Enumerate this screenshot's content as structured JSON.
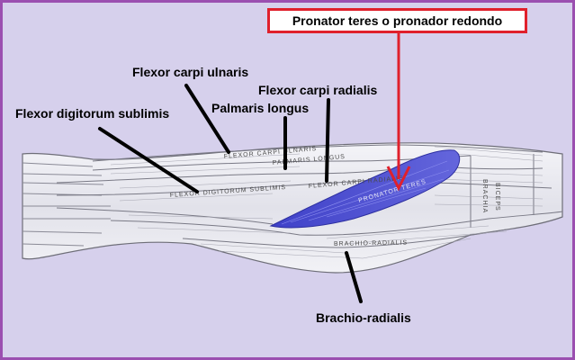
{
  "title_label": "Pronator teres o pronador redondo",
  "colors": {
    "frame_border": "#9b4fb0",
    "background": "#d6d0ec",
    "title_border": "#e0202c",
    "pointer_arrow": "#e0202c",
    "pronator_highlight": "#4d4fd0"
  },
  "labels": {
    "flexor_carpi_ulnaris": "Flexor  carpi ulnaris",
    "flexor_carpi_radialis": "Flexor carpi radialis",
    "flexor_digitorum_sublimis": "Flexor digitorum sublimis",
    "palmaris_longus": "Palmaris longus",
    "brachio_radialis": "Brachio-radialis"
  },
  "engraved": {
    "flexor_carpi_ulnaris": "FLEXOR CARPI ULNARIS",
    "palmaris_longus": "PALMARIS LONGUS",
    "flexor_digitorum_sublimis": "FLEXOR DIGITORUM SUBLIMIS",
    "flexor_carpi_radialis": "FLEXOR CARPI RADIALIS",
    "pronator_teres": "PRONATOR TERES",
    "brachio_radialis": "BRACHIO-RADIALIS",
    "biceps": "BICEPS",
    "brachialis": "BRACHIA"
  }
}
